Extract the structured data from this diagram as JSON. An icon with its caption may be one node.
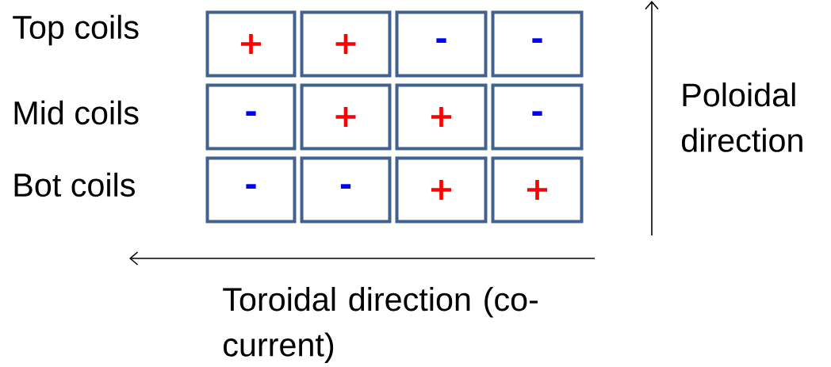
{
  "diagram": {
    "nodes": [
      {
        "text": [
          "+"
        ]
      },
      {
        "text": [
          "+"
        ]
      },
      {
        "text": [
          "-"
        ]
      },
      {
        "text": [
          "-"
        ]
      },
      {
        "text": [
          "-"
        ]
      },
      {
        "text": [
          "+"
        ]
      },
      {
        "text": [
          "+"
        ]
      },
      {
        "text": [
          "-"
        ]
      },
      {
        "text": [
          "-"
        ]
      },
      {
        "text": [
          "-"
        ]
      },
      {
        "text": [
          "+"
        ]
      },
      {
        "text": [
          "+"
        ]
      }
    ],
    "labels": [
      "Top coils",
      "Mid coils",
      "Bot coils",
      "Poloidal direction",
      "Toroidal direction (co-current)"
    ]
  }
}
